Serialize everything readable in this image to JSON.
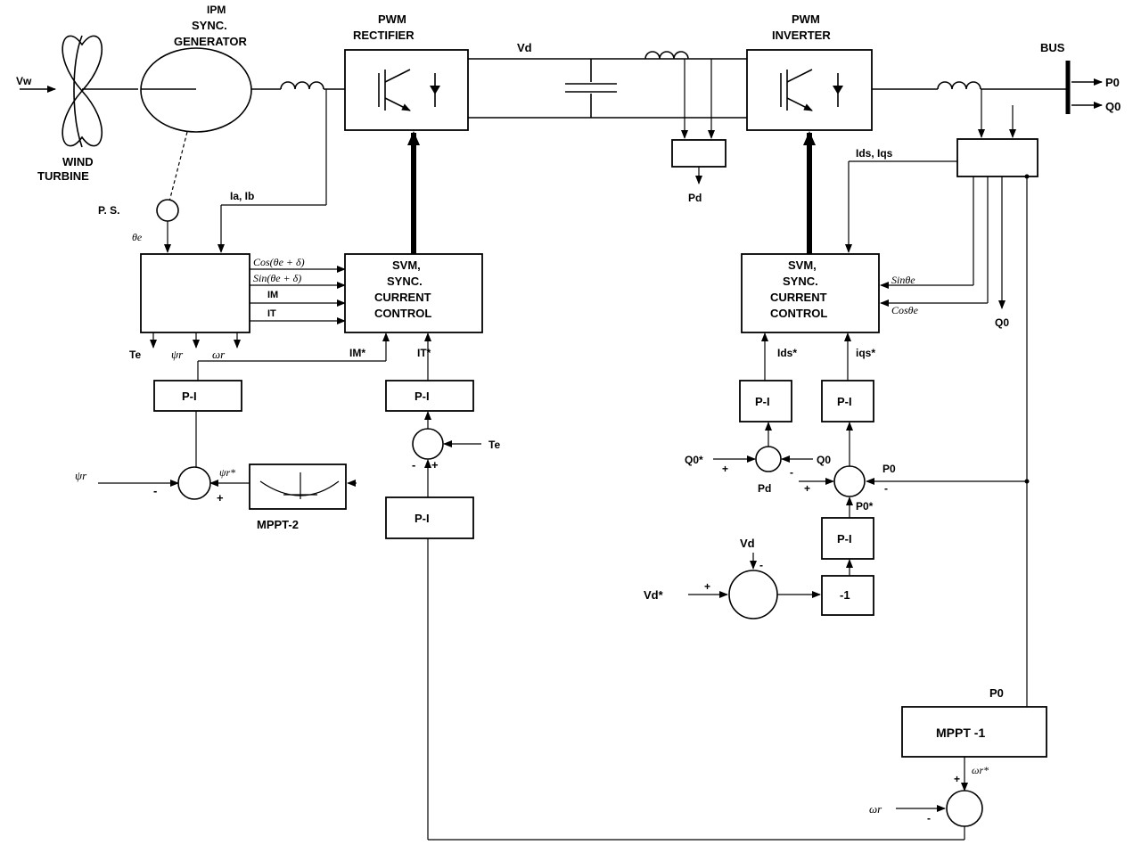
{
  "labels": {
    "turbine_line1": "WIND",
    "turbine_line2": "TURBINE",
    "vw": "Vw",
    "gen_line1": "IPM",
    "gen_line2": "SYNC.",
    "gen_line3": "GENERATOR",
    "ps": "P. S.",
    "theta_e": "θe",
    "ia_ib": "Ia, Ib",
    "rect_line1": "PWM",
    "rect_line2": "RECTIFIER",
    "vd_top": "Vd",
    "inv_line1": "PWM",
    "inv_line2": "INVERTER",
    "bus": "BUS",
    "p0_out": "P0",
    "q0_out": "Q0",
    "pd_meas": "Pd",
    "ids_iqs": "Ids, Iqs",
    "cos_in": "Cos(θe + δ)",
    "sin_in": "Sin(θe + δ)",
    "im_in": "IM",
    "it_in": "IT",
    "te_out": "Te",
    "psi_out": "ψr",
    "omega_out": "ωr",
    "svm_left_1": "SVM,",
    "svm_left_2": "SYNC.",
    "svm_left_3": "CURRENT",
    "svm_left_4": "CONTROL",
    "im_star": "IM*",
    "it_star": "IT*",
    "pi": "P-I",
    "te_fb": "Te",
    "psi_ref": "ψr",
    "psi_star": "ψr*",
    "mppt2": "MPPT-2",
    "svm_right_1": "SVM,",
    "svm_right_2": "SYNC.",
    "svm_right_3": "CURRENT",
    "svm_right_4": "CONTROL",
    "sin_theta": "Sinθe",
    "cos_theta": "Cosθe",
    "q0_side": "Q0",
    "ids_star": "Ids*",
    "iqs_star": "iqs*",
    "q0_star": "Q0*",
    "q0_fb": "Q0",
    "pd_fb": "Pd",
    "p0_fb": "P0",
    "p0_star": "P0*",
    "vd_fb": "Vd",
    "vd_star": "Vd*",
    "minus_one": "-1",
    "p0_mppt": "P0",
    "mppt1": "MPPT -1",
    "omega_star": "ωr*",
    "omega_fb": "ωr",
    "plus": "+",
    "minus": "-"
  }
}
